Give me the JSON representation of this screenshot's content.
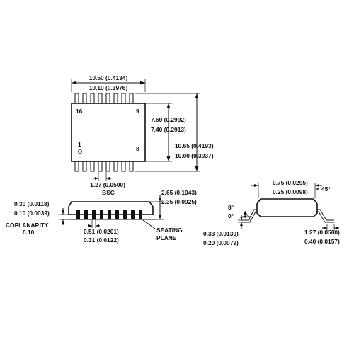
{
  "top_view": {
    "width_max": "10.50 (0.4134)",
    "width_min": "10.10 (0.3976)",
    "pin_16": "16",
    "pin_9": "9",
    "pin_1": "1",
    "pin_8": "8",
    "body_width_max": "7.60 (0.2992)",
    "body_width_min": "7.40 (0.2913)",
    "overall_max": "10.65 (0.4193)",
    "overall_min": "10.00 (0.3937)",
    "pitch": "1.27 (0.0500)",
    "pitch_suffix": "BSC"
  },
  "side_view": {
    "standoff_max": "0.30 (0.0118)",
    "standoff_min": "0.10 (0.0039)",
    "coplanarity_label": "COPLANARITY",
    "coplanarity_value": "0.10",
    "height_max": "2.65 (0.1043)",
    "height_min": "2.35 (0.0925)",
    "lead_width_max": "0.51 (0.0201)",
    "lead_width_min": "0.31 (0.0122)",
    "seating_label": "SEATING",
    "plane_label": "PLANE"
  },
  "end_view": {
    "chamfer_max": "0.75 (0.0295)",
    "chamfer_min": "0.25 (0.0098)",
    "chamfer_angle": "45°",
    "angle_max": "8°",
    "angle_min": "0°",
    "thickness_max": "0.33 (0.0130)",
    "thickness_min": "0.20 (0.0079)",
    "foot_max": "1.27 (0.0500)",
    "foot_min": "0.40 (0.0157)"
  }
}
